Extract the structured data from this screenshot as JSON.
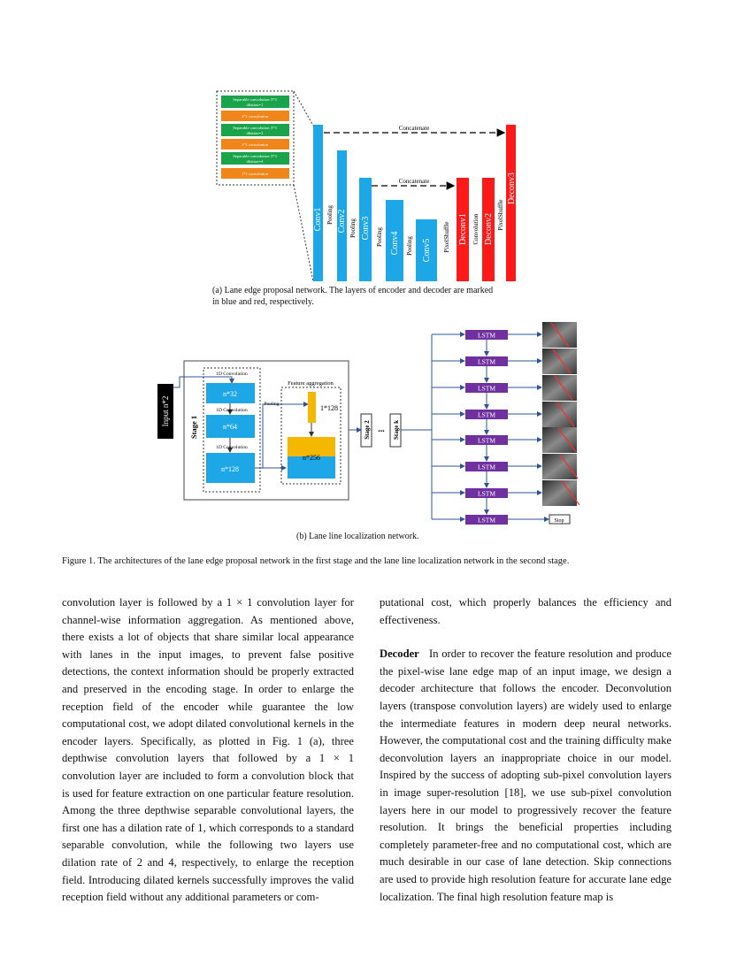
{
  "figure_a": {
    "block_items": [
      {
        "label": "Separable convolution 3*3",
        "sub": "dilation=1",
        "color": "#1aa34a"
      },
      {
        "label": "1*1 convolution",
        "color": "#f0861a"
      },
      {
        "label": "Separable convolution 3*3",
        "sub": "dilation=2",
        "color": "#1aa34a"
      },
      {
        "label": "1*1 convolution",
        "color": "#f0861a"
      },
      {
        "label": "Separable convolution 3*3",
        "sub": "dilation=4",
        "color": "#1aa34a"
      },
      {
        "label": "1*1 convolution",
        "color": "#f0861a"
      }
    ],
    "concat_label": "Concatenate",
    "layers": {
      "conv1": "Conv1",
      "conv2": "Conv2",
      "conv3": "Conv3",
      "conv4": "Conv4",
      "conv5": "Conv5",
      "deconv1": "Deconv1",
      "deconv2": "Deconv2",
      "deconv3": "Deconv3"
    },
    "ops": {
      "pooling": "Pooling",
      "pixelshuffle": "PixelShuffle",
      "convolution": "Convolution"
    },
    "encoder_color": "#1ea7e6",
    "decoder_color": "#ff1a1a",
    "caption_line1": "(a)  Lane edge proposal network. The layers of encoder and decoder are marked",
    "caption_line2": "in blue and red, respectively."
  },
  "figure_b": {
    "input_label": "Input n*2",
    "stage1": "Stage 1",
    "stage2": "Stage 2",
    "stagek": "Stage k",
    "ellipsis": "...",
    "conv1d": "1D Convolution",
    "boxes": [
      "n*32",
      "n*64",
      "n*128"
    ],
    "pooling": "Pooling",
    "feature_aggregation": "Feature aggregation",
    "vec_label": "1*128",
    "agg_label": "n*256",
    "lstm_label": "LSTM",
    "stop_label": "Stop",
    "lstm_color": "#7030a0",
    "caption": "(b)  Lane line localization network."
  },
  "figure_caption": "Figure 1. The architectures of the lane edge proposal network in the first stage and the lane line localization network in the second stage.",
  "left_column": [
    "convolution layer is followed by a 1 × 1 convolution layer for channel-wise information aggregation.  As mentioned above, there exists a lot of objects that share similar local appearance with lanes in the input images, to prevent false positive detections, the context information should be properly extracted and preserved in the encoding stage. In order to enlarge the reception field of the encoder while guarantee the low computational cost, we adopt dilated convolutional kernels in the encoder layers. Specifically, as plotted in Fig. 1 (a), three depthwise convolution layers that followed by a 1 × 1 convolution layer are included to form a convolution block that is used for feature extraction on one particular feature resolution.  Among the three depthwise separable convolutional layers, the first one has a dilation rate of 1, which corresponds to a standard separable convolution, while the following two layers use dilation rate of 2 and 4, respectively, to enlarge the reception field. Introducing dilated kernels successfully improves the valid reception field without any additional parameters or com-"
  ],
  "right_column": {
    "para1": "putational cost, which properly balances the efficiency and effectiveness.",
    "decoder_heading": "Decoder",
    "para2": "In order to recover the feature resolution and produce the pixel-wise lane edge map of an input image, we design a decoder architecture that follows the encoder. Deconvolution layers (transpose convolution layers) are widely used to enlarge the intermediate features in modern deep neural networks. However, the computational cost and the training difficulty make deconvolution layers an inappropriate choice in our model.  Inspired by the success of adopting sub-pixel convolution layers in image super-resolution [18], we use sub-pixel convolution layers here in our model to progressively recover the feature resolution. It brings the beneficial properties including completely parameter-free and no computational cost, which are much desirable in our case of lane detection.  Skip connections are used to provide high resolution feature for accurate lane edge localization.  The final high resolution feature map is"
  }
}
